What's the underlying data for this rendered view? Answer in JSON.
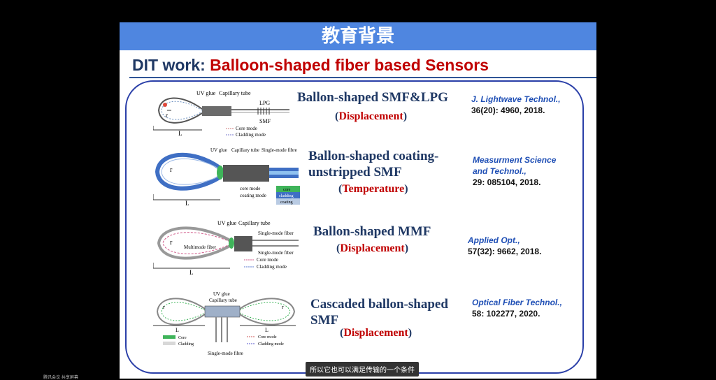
{
  "slide": {
    "header_title": "教育背景",
    "subtitle_prefix": "DIT work: ",
    "subtitle_accent": "Balloon-shaped fiber based Sensors"
  },
  "sensors": [
    {
      "name_line1": "Ballon-shaped SMF&LPG",
      "name_line2": "",
      "parameter": "Displacement",
      "journal": "J. Lightwave Technol.,",
      "journal_line2": "",
      "reference": "36(20): 4960, 2018.",
      "labels": {
        "uv": "UV glue",
        "tube": "Capillary tube",
        "lpg": "LPG",
        "smf": "SMF",
        "core": "Core mode",
        "clad": "Cladding mode",
        "r": "r",
        "L": "L"
      }
    },
    {
      "name_line1": "Ballon-shaped coating-",
      "name_line2": "unstripped SMF",
      "parameter": "Temperature",
      "journal": "Measurment Science",
      "journal_line2": "and Technol.,",
      "reference": "29: 085104, 2018.",
      "labels": {
        "uv": "UV glue",
        "tube": "Capillary tube",
        "fibre": "Single-mode fibre",
        "core_mode": "core mode",
        "coating_mode": "coating mode",
        "core": "core",
        "cladding": "cladding",
        "coating": "coating",
        "r": "r",
        "L": "L"
      }
    },
    {
      "name_line1": "Ballon-shaped MMF",
      "name_line2": "",
      "parameter": "Displacement",
      "journal": "Applied Opt.,",
      "journal_line2": "",
      "reference": "57(32): 9662, 2018.",
      "labels": {
        "uv": "UV glue",
        "tube": "Capillary tube",
        "fiber1": "Single-mode fiber",
        "fiber2": "Single-mode fiber",
        "mmf": "Multimode fiber",
        "core": "Core mode",
        "clad": "Cladding mode",
        "r": "r",
        "L": "L"
      }
    },
    {
      "name_line1": "Cascaded ballon-shaped",
      "name_line2": "SMF",
      "parameter": "Displacement",
      "journal": "Optical Fiber Technol.,",
      "journal_line2": "",
      "reference": "58: 102277, 2020.",
      "labels": {
        "uv": "UV glue",
        "tube": "Capillary tube",
        "fibre": "Single-mode fibre",
        "core": "Core",
        "cladding": "Cladding",
        "core_mode": "Core mode",
        "clad_mode": "Cladding mode",
        "r1": "r",
        "r2": "r",
        "L1": "L",
        "L2": "L"
      }
    }
  ],
  "caption": "所以它也可以满足传输的一个条件",
  "footer": "腾讯会议 共享屏幕",
  "colors": {
    "header": "#4f86e0",
    "navy": "#1f3864",
    "red": "#c00000",
    "journal": "#1f4fb5",
    "frame": "#2a3fa8"
  }
}
